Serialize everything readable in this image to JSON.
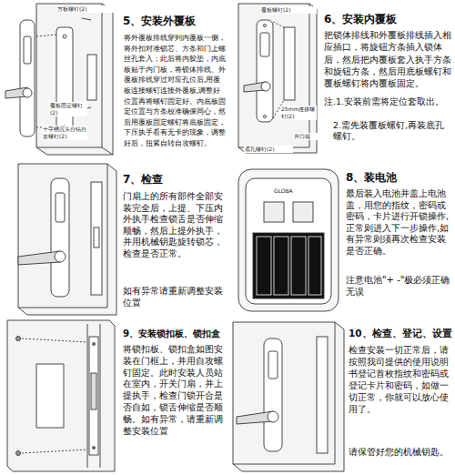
{
  "diagram": {
    "labels": [
      "5、安装外覆板",
      "将外覆板排线穿到内覆板一侧，将外扣对准锁芯、方条和门上螺丝孔套入；此后将内胶垫，内底板贴于内门板，将锁体排线、外覆板排线穿过对应孔位后,用覆板连接螺钉连接外覆板,调整好位置再将螺钉固定好。内底板固定位置与方条校准确保同心，然后用覆板固定螺钉将底板固定，下压执手看有无卡的现象，调整好后，扭紧自转自攻螺钉。",
      "方板螺钉(2)",
      "覆板固定螺钉(2)",
      "十字槽沉头自钻自攻螺钉(2)",
      "6、安装内覆板",
      "把锁体排线和外覆板排线插入相应插口，将旋钮方条插入锁体后，然后把内覆板套入执手方条和旋钮方条，然后用底板螺钉和覆板螺钉将内覆板固定。",
      "注.1.安装前需将定位套取出。",
      "2.需先装覆板螺钉,再装底孔螺钉。",
      "覆板螺钉(2)",
      "25mm连接螺钉(2)",
      "开口端",
      "底孔螺钉(2)",
      "7、检查",
      "门扇上的所有部件全部安装完全后，上提、下压内外执手检查锁舌是否伸缩顺畅，然后上提外执手，并用机械钥匙旋转锁芯，检查是否正常。",
      "如有异常请重新调整安装位置",
      "8、装电池",
      "最后装入电池并盖上电池盖，用您的指纹，密码或密码，卡片进行开锁操作,正常则进入下一步操作,如有异常则须再次检查安装是否正确。",
      "注意电池\"+ -\"极必须正确无误",
      "GLOBA",
      "9、安装锁扣板、锁扣盒",
      "将锁扣板、锁扣盒如图安装在门框上，并用自攻螺钉固定。此时安装人员站在室内，开关门扇，并上提执手，检查门锁开合是否自如，锁舌伸缩是否顺畅。如有异常，请重新调整安装位置",
      "10、检查、登记、设置",
      "检查安装一切正常后，请按照我司提供的使用说明书登记首枚指纹和密码或登记卡片和密码，如做一切正常，你就可以放心使用了。",
      "请保管好您的机械钥匙。"
    ]
  }
}
